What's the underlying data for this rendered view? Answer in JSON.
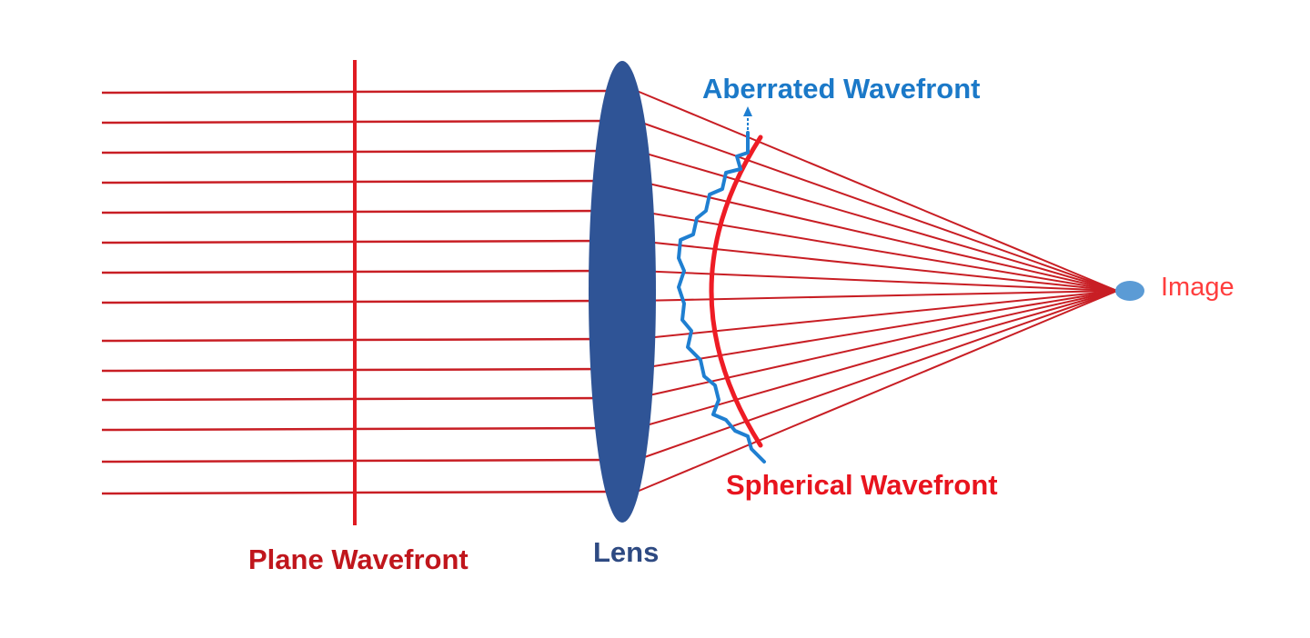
{
  "labels": {
    "plane_wavefront": "Plane Wavefront",
    "lens": "Lens",
    "aberrated_wavefront": "Aberrated Wavefront",
    "spherical_wavefront": "Spherical Wavefront",
    "image": "Image"
  },
  "colors": {
    "ray": "#c81e24",
    "plane_wavefront": "#e01b22",
    "lens": "#2f5496",
    "spherical_wavefront": "#ee1c25",
    "aberrated_wavefront": "#1f7fd1",
    "image_spot": "#5b9bd5"
  }
}
